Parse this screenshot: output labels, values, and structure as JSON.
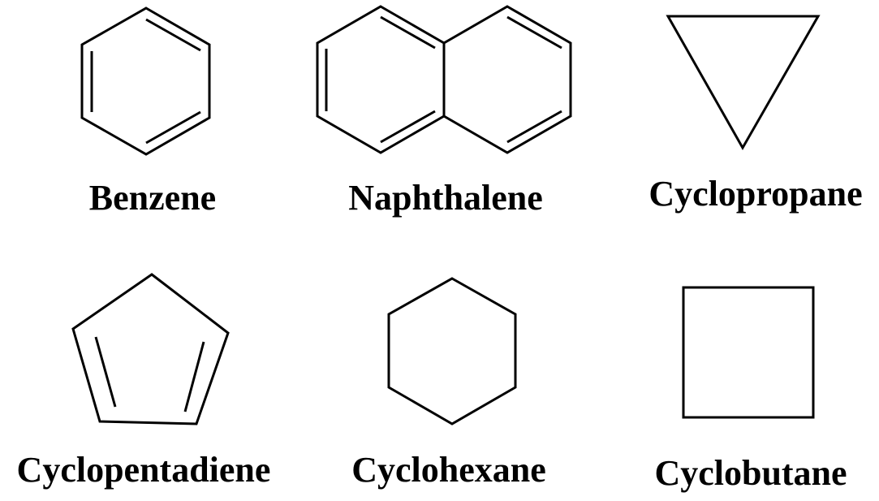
{
  "diagram": {
    "background": "#ffffff",
    "line_color": "#000000",
    "molecules": [
      {
        "name": "Benzene",
        "ring_size": 6,
        "double_bonds": 3,
        "aromatic": true
      },
      {
        "name": "Naphthalene",
        "ring_size": 10,
        "fused_rings": 2,
        "double_bonds": 5,
        "aromatic": true
      },
      {
        "name": "Cyclopropane",
        "ring_size": 3,
        "double_bonds": 0
      },
      {
        "name": "Cyclopentadiene",
        "ring_size": 5,
        "double_bonds": 2
      },
      {
        "name": "Cyclohexane",
        "ring_size": 6,
        "double_bonds": 0
      },
      {
        "name": "Cyclobutane",
        "ring_size": 4,
        "double_bonds": 0
      }
    ]
  }
}
